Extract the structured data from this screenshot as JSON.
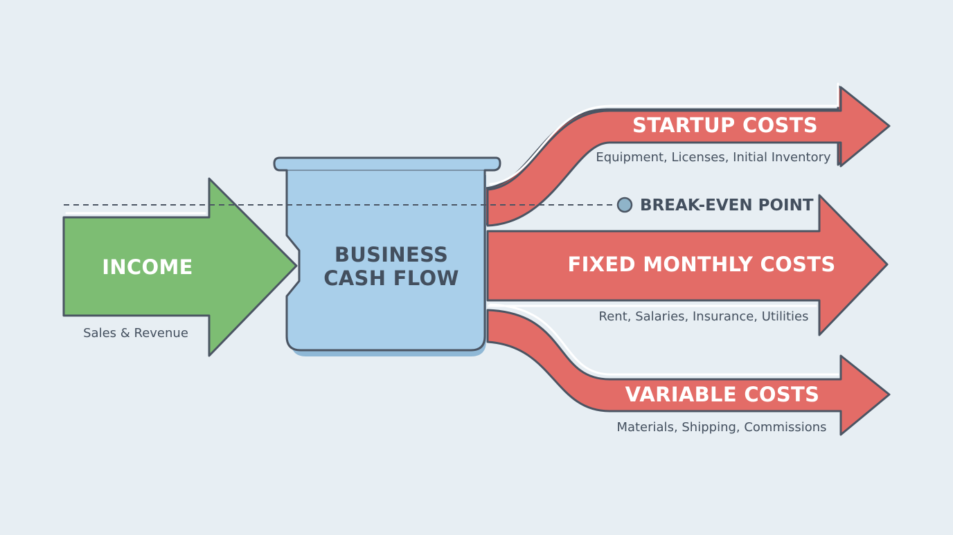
{
  "colors": {
    "background": "#e7eef3",
    "income_fill": "#7dbd73",
    "cost_fill": "#e36c67",
    "pot_fill": "#a9cfea",
    "outline": "#4b5563",
    "dark_text": "#434f5e",
    "white_text": "#ffffff",
    "highlight": "#ffffff",
    "breakeven_dot": "#8fb4c9"
  },
  "income": {
    "label": "INCOME",
    "sublabel": "Sales & Revenue"
  },
  "pot": {
    "line1": "BUSINESS",
    "line2": "CASH FLOW"
  },
  "breakeven": {
    "label": "BREAK-EVEN POINT"
  },
  "outflows": {
    "startup": {
      "label": "STARTUP COSTS",
      "sublabel": "Equipment, Licenses, Initial Inventory"
    },
    "fixed": {
      "label": "FIXED MONTHLY COSTS",
      "sublabel": "Rent, Salaries, Insurance, Utilities"
    },
    "variable": {
      "label": "VARIABLE COSTS",
      "sublabel": "Materials, Shipping, Commissions"
    }
  }
}
